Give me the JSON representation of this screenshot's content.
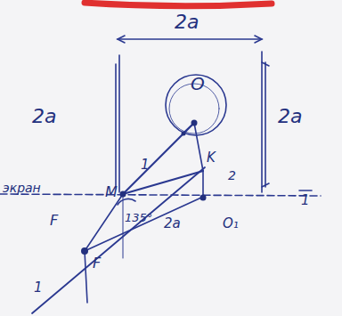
{
  "diagram": {
    "labels": [
      "2a",
      "2a",
      "2a",
      "экран",
      "O",
      "M",
      "1",
      "2",
      "K",
      "F",
      "F",
      "135°",
      "2a",
      "O₁",
      "1",
      "1"
    ]
  }
}
